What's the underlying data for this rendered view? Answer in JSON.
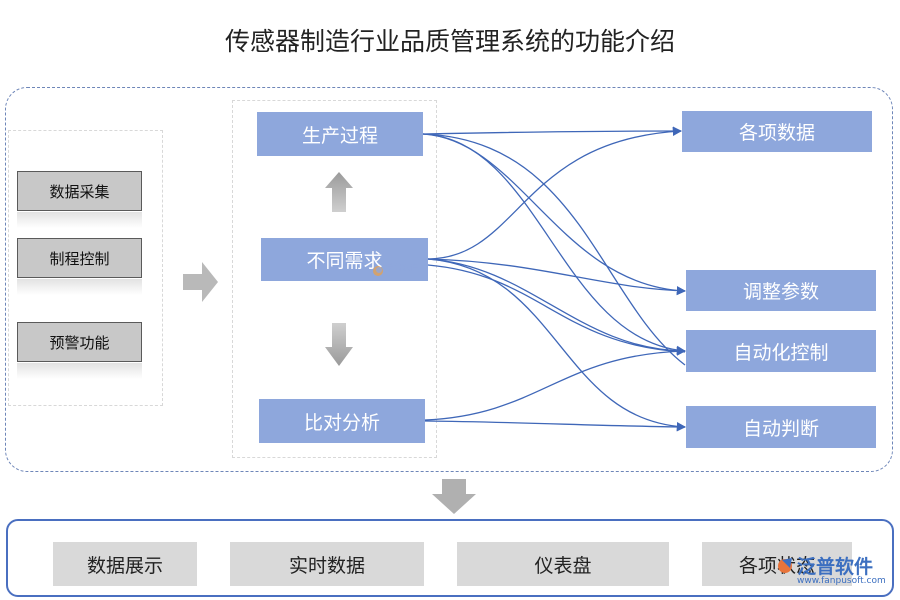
{
  "title": "传感器制造行业品质管理系统的功能介绍",
  "left_items": [
    "数据采集",
    "制程控制",
    "预警功能"
  ],
  "middle": {
    "top": "生产过程",
    "center": "不同需求",
    "bottom": "比对分析"
  },
  "right_items": [
    "各项数据",
    "调整参数",
    "自动化控制",
    "自动判断"
  ],
  "bottom_items": [
    "数据展示",
    "实时数据",
    "仪表盘",
    "各项状态"
  ],
  "watermark": "泛普软件",
  "logo": {
    "name": "泛普软件",
    "url": "www.fanpusoft.com"
  },
  "colors": {
    "blue_box": "#8ea7dc",
    "connector": "#3f67b8",
    "gray_box": "#c8c8c8",
    "border": "#4a6fc0"
  }
}
